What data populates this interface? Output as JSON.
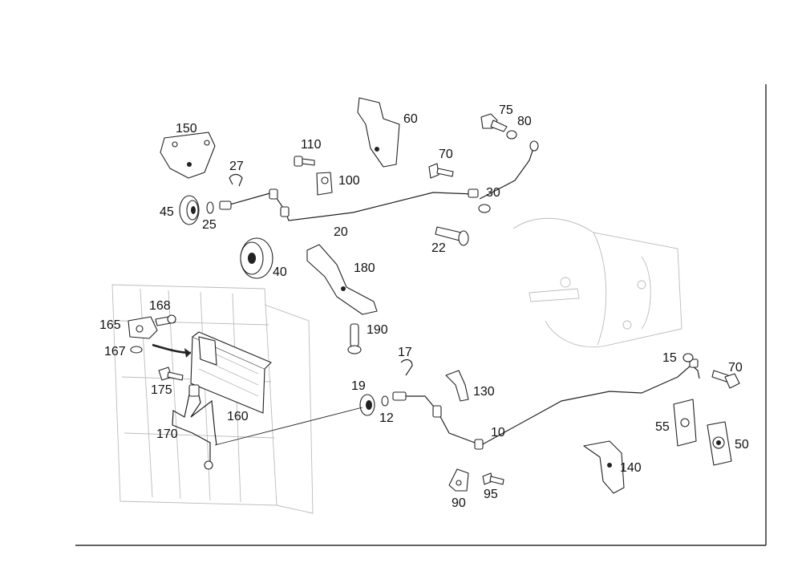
{
  "diagram": {
    "callouts": [
      {
        "id": "150",
        "text": "150"
      },
      {
        "id": "27",
        "text": "27"
      },
      {
        "id": "110",
        "text": "110"
      },
      {
        "id": "100",
        "text": "100"
      },
      {
        "id": "60",
        "text": "60"
      },
      {
        "id": "75",
        "text": "75"
      },
      {
        "id": "80",
        "text": "80"
      },
      {
        "id": "70a",
        "text": "70"
      },
      {
        "id": "30",
        "text": "30"
      },
      {
        "id": "45",
        "text": "45"
      },
      {
        "id": "25",
        "text": "25"
      },
      {
        "id": "20",
        "text": "20"
      },
      {
        "id": "22",
        "text": "22"
      },
      {
        "id": "40",
        "text": "40"
      },
      {
        "id": "180",
        "text": "180"
      },
      {
        "id": "168",
        "text": "168"
      },
      {
        "id": "165",
        "text": "165"
      },
      {
        "id": "167",
        "text": "167"
      },
      {
        "id": "190",
        "text": "190"
      },
      {
        "id": "17",
        "text": "17"
      },
      {
        "id": "15",
        "text": "15"
      },
      {
        "id": "70b",
        "text": "70"
      },
      {
        "id": "175",
        "text": "175"
      },
      {
        "id": "19",
        "text": "19"
      },
      {
        "id": "130",
        "text": "130"
      },
      {
        "id": "12",
        "text": "12"
      },
      {
        "id": "160",
        "text": "160"
      },
      {
        "id": "10",
        "text": "10"
      },
      {
        "id": "55",
        "text": "55"
      },
      {
        "id": "50",
        "text": "50"
      },
      {
        "id": "170",
        "text": "170"
      },
      {
        "id": "140",
        "text": "140"
      },
      {
        "id": "90",
        "text": "90"
      },
      {
        "id": "95",
        "text": "95"
      }
    ]
  }
}
